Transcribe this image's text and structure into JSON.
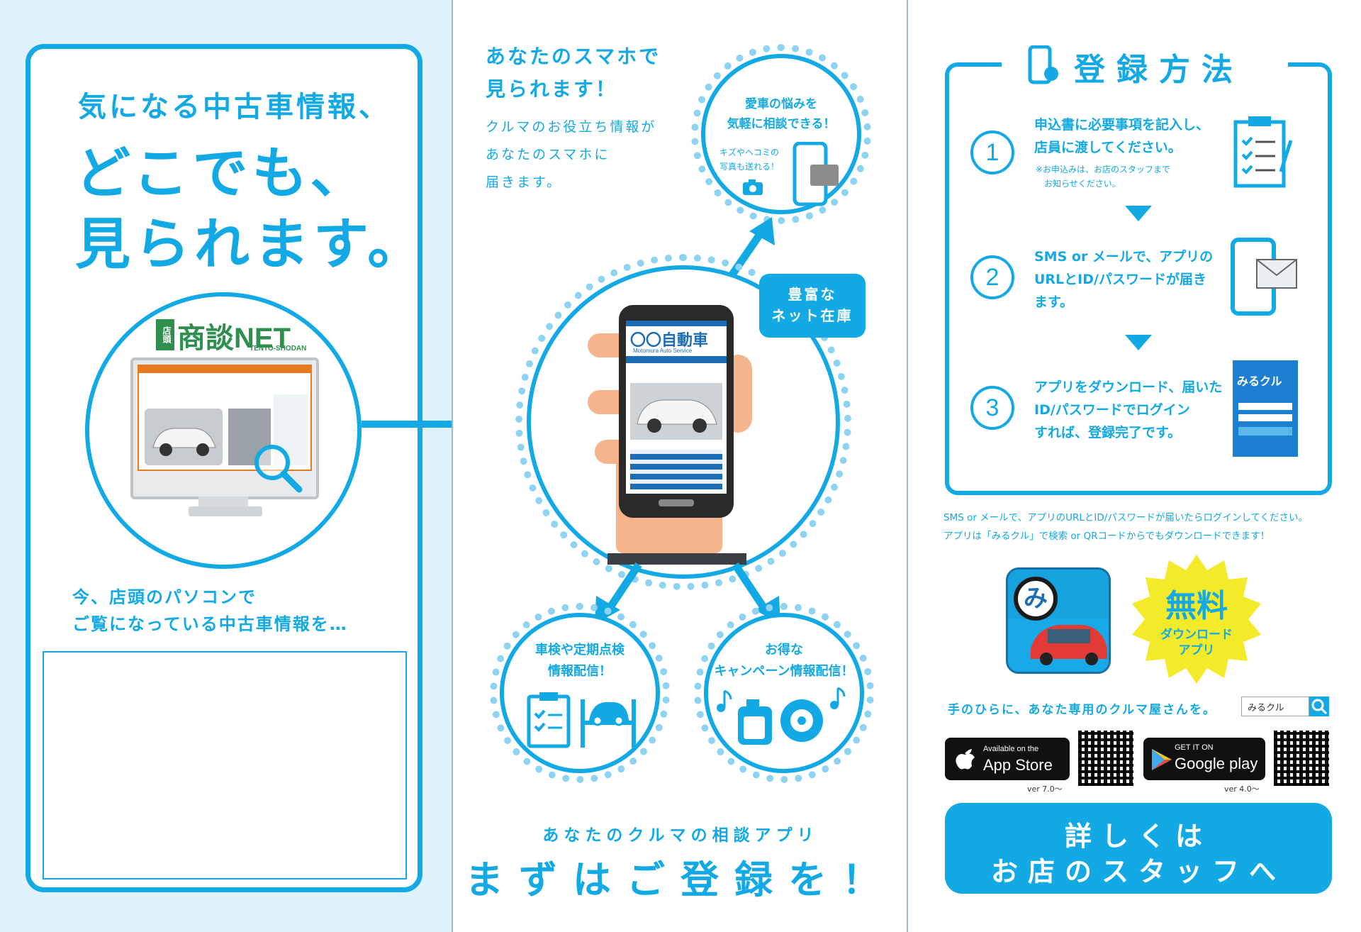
{
  "left": {
    "headline_line1": "気になる中古車情報、",
    "headline_line2": "どこでも、",
    "headline_line3": "見られます。",
    "logo_small": "店頭",
    "logo_main": "商談NET",
    "logo_sub": "TENTO-SHODAN",
    "body_line1": "今、店頭のパソコンで",
    "body_line2": "ご覧になっている中古車情報を…"
  },
  "middle": {
    "intro_title_line1": "あなたのスマホで",
    "intro_title_line2": "見られます！",
    "intro_body_line1": "クルマのお役立ち情報が",
    "intro_body_line2": "あなたのスマホに",
    "intro_body_line3": "届きます。",
    "bubble_top_line1": "愛車の悩みを",
    "bubble_top_line2": "気軽に相談できる！",
    "bubble_top_small_line1": "キズやヘコミの",
    "bubble_top_small_line2": "写真も送れる！",
    "stock_badge_line1": "豊富な",
    "stock_badge_line2": "ネット在庫",
    "phone_shop_name": "〇〇自動車",
    "phone_shop_sub": "Motomura Auto Service",
    "bubble_left_line1": "車検や定期点検",
    "bubble_left_line2": "情報配信！",
    "bubble_right_line1": "お得な",
    "bubble_right_line2": "キャンペーン情報配信！",
    "footer_sub": "あなたのクルマの相談アプリ",
    "footer_main": "まずはご登録を！"
  },
  "right": {
    "title": "登録方法",
    "steps": [
      {
        "num": "1",
        "line1": "申込書に必要事項を記入し、",
        "line2": "店員に渡してください。",
        "note1": "※お申込みは、お店のスタッフまで",
        "note2": "お知らせください。"
      },
      {
        "num": "2",
        "line1": "SMS or メールで、アプリの",
        "line2": "URLとID/パスワードが届き",
        "line3": "ます。"
      },
      {
        "num": "3",
        "line1": "アプリをダウンロード、届いた",
        "line2": "ID/パスワードでログイン",
        "line3": "すれば、登録完了です。"
      }
    ],
    "app_screen_name": "みるクル",
    "notice_line1": "SMS or メールで、アプリのURLとID/パスワードが届いたらログインしてください。",
    "notice_line2": "アプリは「みるクル」で検索 or QRコードからでもダウンロードできます！",
    "app_icon_letter": "み",
    "free_badge_line1": "無料",
    "free_badge_line2": "ダウンロード",
    "free_badge_line3": "アプリ",
    "tagline": "手のひらに、あなた専用のクルマ屋さんを。",
    "search_value": "みるクル",
    "appstore_small": "Available on the",
    "appstore_big": "App Store",
    "appstore_ver": "ver 7.0〜",
    "googleplay_small": "GET IT ON",
    "googleplay_big": "Google play",
    "googleplay_ver": "ver 4.0〜",
    "cta_line1": "詳しくは",
    "cta_line2": "お店のスタッフへ"
  },
  "colors": {
    "accent": "#12a9e4",
    "panel_left_bg": "#dff1fb",
    "badge_yellow": "#f3ea2a"
  }
}
